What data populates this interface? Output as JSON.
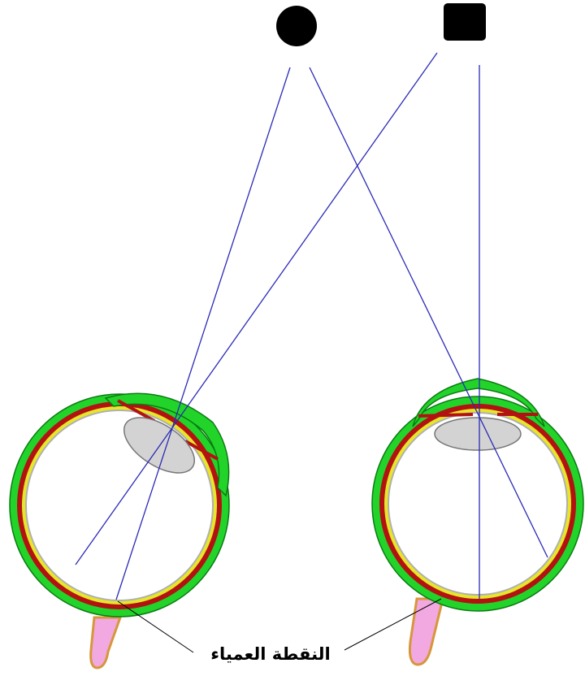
{
  "diagram": {
    "label": "النقطة العمياء"
  },
  "colors": {
    "sclera": "#22d42a",
    "choroid": "#b31212",
    "retina": "#e6e62a",
    "lens": "#d3d3d3",
    "optic_nerve": "#f2a8e0",
    "optic_nerve_sheath": "#d6973a",
    "ray": "#2a2ab8",
    "object": "#000000"
  },
  "objects": {
    "circle": "circle-object",
    "square": "square-object"
  }
}
